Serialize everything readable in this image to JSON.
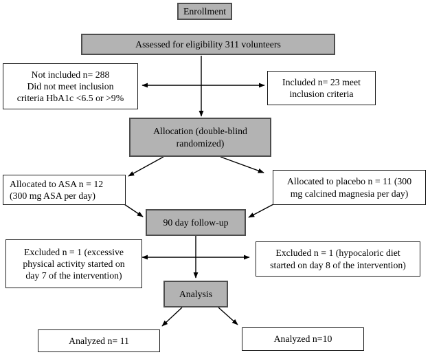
{
  "nodes": {
    "enrollment": {
      "label": "Enrollment"
    },
    "assessed": {
      "label": "Assessed for eligibility 311 volunteers",
      "n": 311
    },
    "not_included": {
      "label": [
        "Not included n= 288",
        "Did not meet inclusion",
        "criteria HbA1c <6.5 or >9%"
      ],
      "n": 288
    },
    "included": {
      "label": [
        "Included n= 23 meet",
        "inclusion criteria"
      ],
      "n": 23
    },
    "allocation": {
      "label": [
        "Allocation (double-blind",
        "randomized)"
      ]
    },
    "allocated_asa": {
      "label": [
        "Allocated to ASA n = 12",
        "(300 mg ASA per day)"
      ],
      "n": 12
    },
    "allocated_placebo": {
      "label": [
        "Allocated to placebo n = 11 (300",
        "mg calcined magnesia per day)"
      ],
      "n": 11
    },
    "followup": {
      "label": "90 day follow-up"
    },
    "excluded_asa": {
      "label": [
        "Excluded n = 1 (excessive",
        "physical activity started on",
        "day 7 of the intervention)"
      ],
      "n": 1
    },
    "excluded_placebo": {
      "label": [
        "Excluded n = 1 (hypocaloric diet",
        "started on day 8 of the intervention)"
      ],
      "n": 1
    },
    "analysis": {
      "label": "Analysis"
    },
    "analyzed_asa": {
      "label": "Analyzed n= 11",
      "n": 11
    },
    "analyzed_placebo": {
      "label": "Analyzed n=10",
      "n": 10
    }
  },
  "colors": {
    "stage_box_fill": "#b3b3b3",
    "stage_box_border": "#4d4d4d",
    "detail_box_fill": "#ffffff",
    "detail_box_border": "#1a1a1a",
    "arrow": "#000000"
  }
}
